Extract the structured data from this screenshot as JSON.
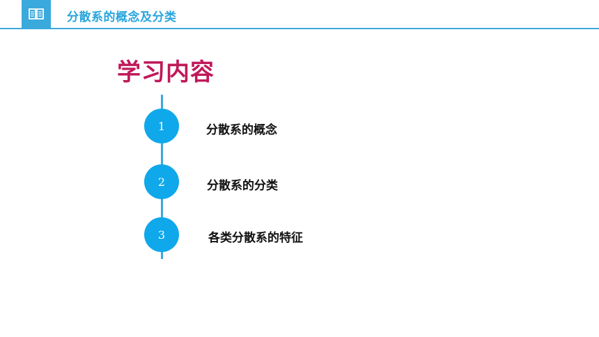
{
  "header": {
    "icon": "book-icon",
    "title": "分散系的概念及分类"
  },
  "section": {
    "title": "学习内容"
  },
  "steps": [
    {
      "number": "1",
      "label": "分散系的概念"
    },
    {
      "number": "2",
      "label": "分散系的分类"
    },
    {
      "number": "3",
      "label": "各类分散系的特征"
    }
  ],
  "colors": {
    "accent": "#3aa9dc",
    "title": "#c0195a",
    "circle": "#0fa8ea"
  }
}
